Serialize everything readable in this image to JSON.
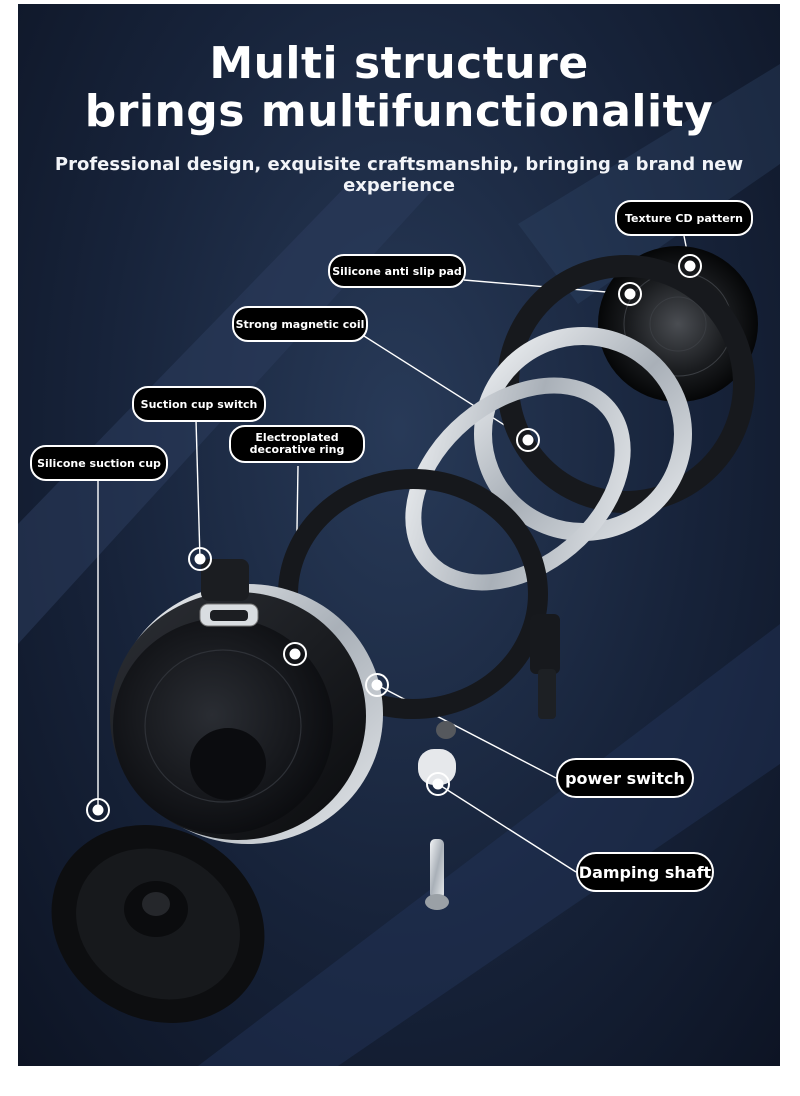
{
  "header": {
    "title_line1": "Multi structure",
    "title_line2": "brings multifunctionality",
    "subtitle": "Professional design, exquisite craftsmanship, bringing a brand new experience"
  },
  "callouts": {
    "texture_cd_pattern": "Texture CD pattern",
    "silicone_anti_slip_pad": "Silicone anti slip pad",
    "strong_magnetic_coil": "Strong magnetic coil",
    "suction_cup_switch": "Suction cup switch",
    "electroplated_line1": "Electroplated",
    "electroplated_line2": "decorative ring",
    "silicone_suction_cup": "Silicone suction cup",
    "power_switch": "power switch",
    "damping_shaft": "Damping shaft"
  },
  "colors": {
    "background": "#17233a",
    "callout_fill": "#000000",
    "callout_border": "#ffffff",
    "text": "#ffffff"
  }
}
